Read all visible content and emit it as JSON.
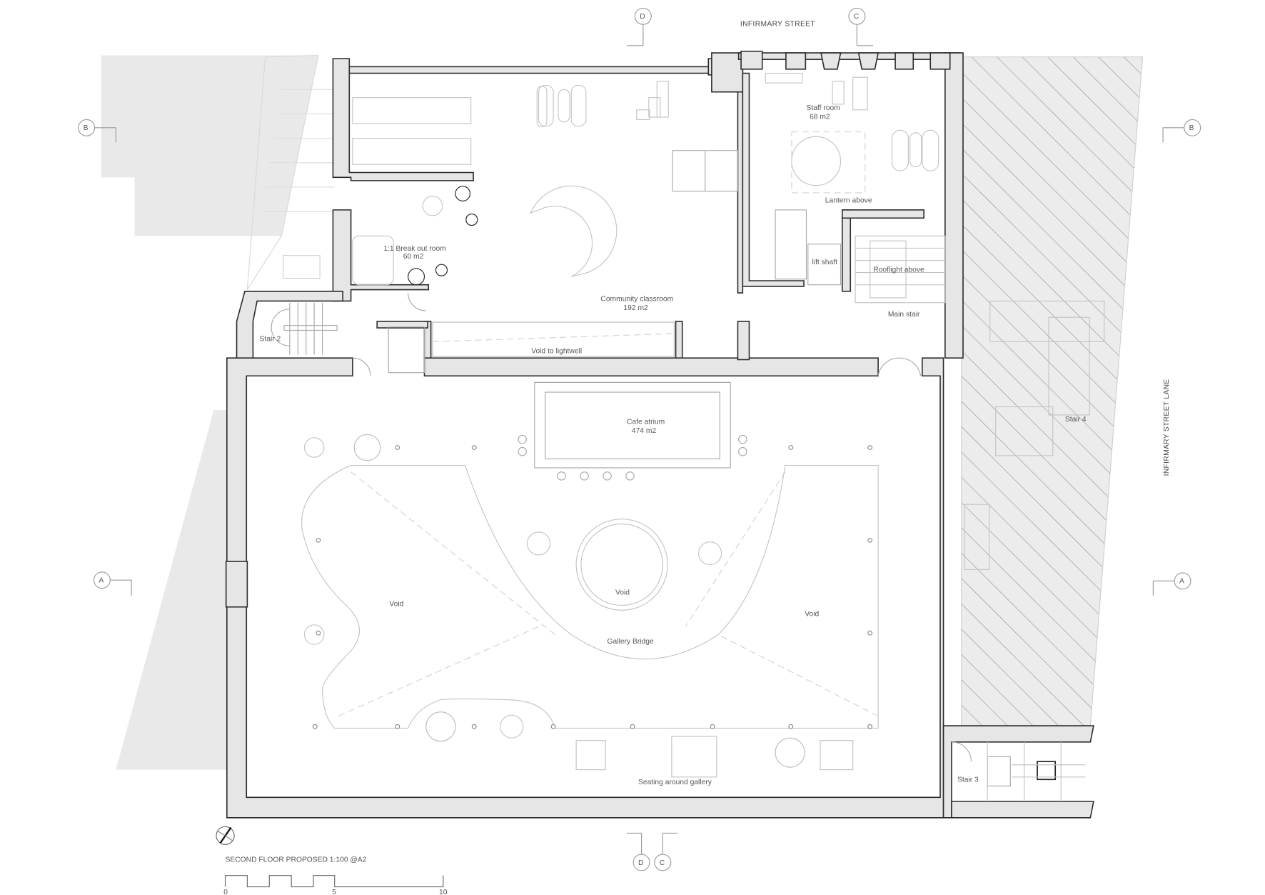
{
  "drawing": {
    "title": "SECOND FLOOR PROPOSED 1:100 @A2",
    "scale_bar": {
      "ticks": [
        "0",
        "5",
        "10"
      ]
    },
    "north_arrow": "north-arrow"
  },
  "streets": {
    "top": "INFIRMARY STREET",
    "right": "INFIRMARY STREET LANE"
  },
  "section_markers": {
    "top_left": "D",
    "top_right": "C",
    "left_upper": "B",
    "right_upper": "B",
    "left_lower": "A",
    "right_lower": "A",
    "bottom_left": "D",
    "bottom_right": "C"
  },
  "rooms": {
    "staff_room": {
      "name": "Staff room",
      "area": "68 m2"
    },
    "lantern": {
      "name": "Lantern above"
    },
    "breakout": {
      "name": "1:1 Break out room",
      "area": "60 m2"
    },
    "classroom": {
      "name": "Community classroom",
      "area": "192 m2"
    },
    "lift": {
      "name": "lift shaft"
    },
    "rooflight": {
      "name": "Rooflight above"
    },
    "main_stair": {
      "name": "Main stair"
    },
    "stair2": {
      "name": "Stair 2"
    },
    "lightwell": {
      "name": "Void to lightwell"
    },
    "cafe": {
      "name": "Cafe atrium",
      "area": "474 m2"
    },
    "void_left": {
      "name": "Void"
    },
    "void_center": {
      "name": "Void"
    },
    "void_right": {
      "name": "Void"
    },
    "gallery_bridge": {
      "name": "Gallery Bridge"
    },
    "seating": {
      "name": "Seating around gallery"
    },
    "stair3": {
      "name": "Stair 3"
    },
    "stair4": {
      "name": "Stair 4"
    }
  }
}
